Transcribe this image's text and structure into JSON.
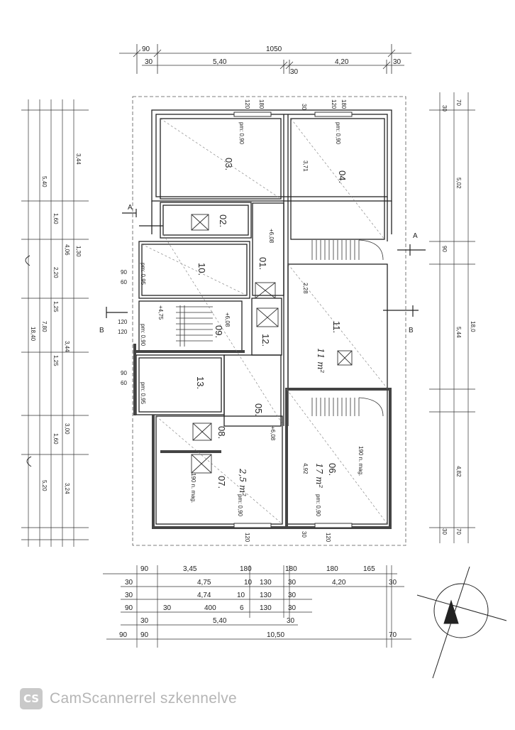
{
  "top_dims": {
    "row1": [
      "90",
      "1050"
    ],
    "row2": [
      "30",
      "5,40",
      "30",
      "4,20",
      "30"
    ]
  },
  "bottom_dims": {
    "row1": [
      "90",
      "3,45",
      "180",
      "180",
      "180",
      "165"
    ],
    "row2": [
      "30",
      "4,75",
      "10",
      "130",
      "30",
      "4,20",
      "30"
    ],
    "row3": [
      "30",
      "4,74",
      "10",
      "130",
      "30"
    ],
    "row4": [
      "90",
      "30",
      "400",
      "6",
      "130",
      "30"
    ],
    "row5": [
      "30",
      "5,40",
      "30"
    ],
    "row6": [
      "90",
      "90",
      "10,50",
      "70"
    ]
  },
  "left_dims": [
    "5,40",
    "18,40",
    "5,20",
    "3,44",
    "1,30",
    "2,20",
    "7,80",
    "1,25",
    "3,44",
    "1,25",
    "3,00",
    "1,60",
    "3,24",
    "4,06",
    "1,60"
  ],
  "right_dims": [
    "5,02",
    "18,0",
    "5,44",
    "4,82",
    "70",
    "30",
    "90",
    "30",
    "70"
  ],
  "rooms": [
    {
      "id": "03.",
      "label": "03."
    },
    {
      "id": "04.",
      "label": "04."
    },
    {
      "id": "02.",
      "label": "02."
    },
    {
      "id": "01.",
      "label": "01."
    },
    {
      "id": "10.",
      "label": "10."
    },
    {
      "id": "09.",
      "label": "09."
    },
    {
      "id": "12.",
      "label": "12."
    },
    {
      "id": "11.",
      "label": "11."
    },
    {
      "id": "13.",
      "label": "13."
    },
    {
      "id": "05.",
      "label": "05."
    },
    {
      "id": "08.",
      "label": "08."
    },
    {
      "id": "07.",
      "label": "07."
    },
    {
      "id": "06.",
      "label": "06."
    }
  ],
  "annotations": {
    "pm090_1": "pm: 0,90",
    "pm090_2": "pm: 0,90",
    "pm095_1": "pm: 0,95",
    "pm090_3": "pm: 0,90",
    "pm095_2": "pm: 0,95",
    "pm090_4": "pm: 0,90",
    "pm090_5": "pm: 0,90",
    "m608_1": "+6,08",
    "m608_2": "+6,08",
    "m608_3": "+6,08",
    "m475": "+4,75",
    "hand_11": "11 m²",
    "hand_07": "2,5 m²",
    "hand_06": "17 m²",
    "mag_06": "190 n. mag.",
    "mag_07": "190 n. mag.",
    "section_a_left": "A",
    "section_a_right": "A",
    "section_b_left": "B",
    "section_b_right": "B",
    "d371": "3,71",
    "d228": "2,28",
    "d492": "4,92",
    "d90_a": "90",
    "d60_a": "60",
    "d120_a": "120",
    "d120_b": "120",
    "d90_b": "90",
    "d60_b": "60",
    "d120_top1": "120",
    "d180_top1": "180",
    "d30_top": "30",
    "d120_top2": "120",
    "d180_top2": "180",
    "d120_bot1": "120",
    "d120_bot2": "120",
    "d30_bot": "30"
  },
  "footer": {
    "logo": "CS",
    "text": "CamScannerrel szkennelve"
  }
}
